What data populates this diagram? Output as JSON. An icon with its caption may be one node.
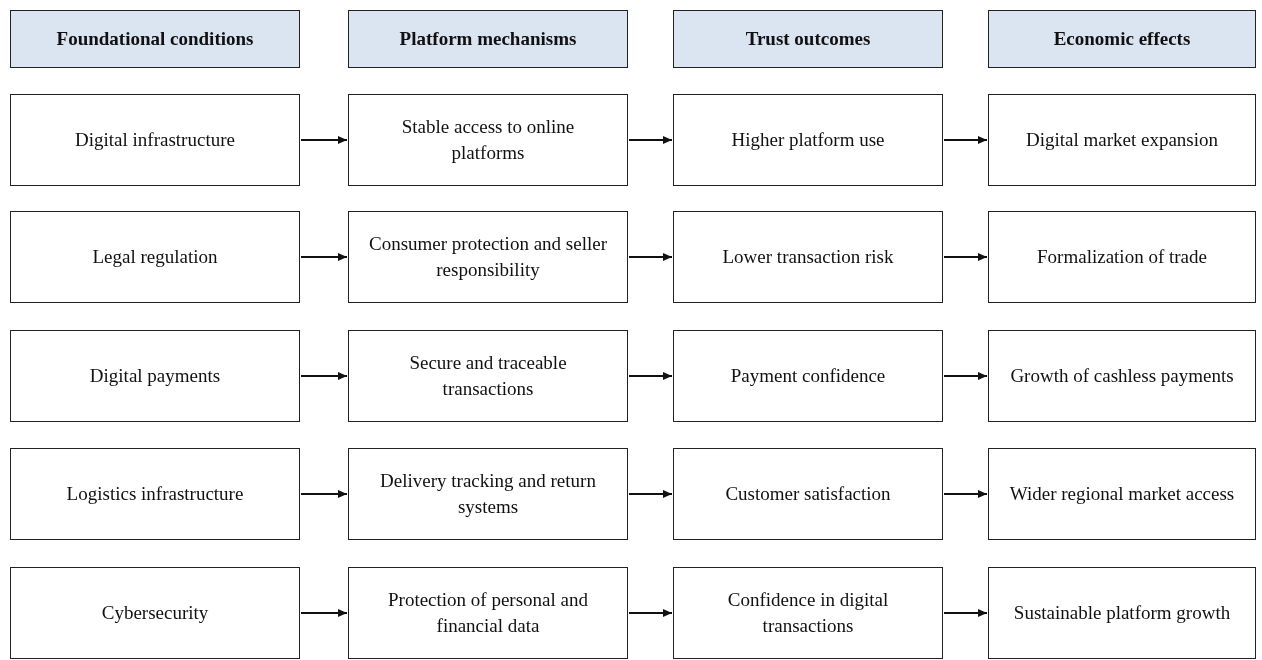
{
  "diagram": {
    "nodes": [
      {
        "text": [
          "Foundational conditions"
        ]
      },
      {
        "text": [
          "Platform mechanisms"
        ]
      },
      {
        "text": [
          "Trust outcomes"
        ]
      },
      {
        "text": [
          "Economic effects"
        ]
      },
      {
        "text": [
          "Digital infrastructure"
        ]
      },
      {
        "text": [
          "Stable access to online platforms"
        ]
      },
      {
        "text": [
          "Higher platform use"
        ]
      },
      {
        "text": [
          "Digital market expansion"
        ]
      },
      {
        "text": [
          "Legal regulation"
        ]
      },
      {
        "text": [
          "Consumer protection and seller responsibility"
        ]
      },
      {
        "text": [
          "Lower transaction risk"
        ]
      },
      {
        "text": [
          "Formalization of trade"
        ]
      },
      {
        "text": [
          "Digital payments"
        ]
      },
      {
        "text": [
          "Secure and traceable transactions"
        ]
      },
      {
        "text": [
          "Payment confidence"
        ]
      },
      {
        "text": [
          "Growth of cashless payments"
        ]
      },
      {
        "text": [
          "Logistics infrastructure"
        ]
      },
      {
        "text": [
          "Delivery tracking and return systems"
        ]
      },
      {
        "text": [
          "Customer satisfaction"
        ]
      },
      {
        "text": [
          "Wider regional market access"
        ]
      },
      {
        "text": [
          "Cybersecurity"
        ]
      },
      {
        "text": [
          "Protection of personal and financial data"
        ]
      },
      {
        "text": [
          "Confidence in digital transactions"
        ]
      },
      {
        "text": [
          "Sustainable platform growth"
        ]
      }
    ],
    "edges": [
      {
        "from": 4,
        "to": 5,
        "arrow": "to"
      },
      {
        "from": 5,
        "to": 6,
        "arrow": "to"
      },
      {
        "from": 6,
        "to": 7,
        "arrow": "to"
      },
      {
        "from": 8,
        "to": 9,
        "arrow": "to"
      },
      {
        "from": 9,
        "to": 10,
        "arrow": "to"
      },
      {
        "from": 10,
        "to": 11,
        "arrow": "to"
      },
      {
        "from": 12,
        "to": 13,
        "arrow": "to"
      },
      {
        "from": 13,
        "to": 14,
        "arrow": "to"
      },
      {
        "from": 14,
        "to": 15,
        "arrow": "to"
      },
      {
        "from": 16,
        "to": 17,
        "arrow": "to"
      },
      {
        "from": 17,
        "to": 18,
        "arrow": "to"
      },
      {
        "from": 18,
        "to": 19,
        "arrow": "to"
      },
      {
        "from": 20,
        "to": 21,
        "arrow": "to"
      },
      {
        "from": 21,
        "to": 22,
        "arrow": "to"
      },
      {
        "from": 22,
        "to": 23,
        "arrow": "to"
      }
    ]
  }
}
